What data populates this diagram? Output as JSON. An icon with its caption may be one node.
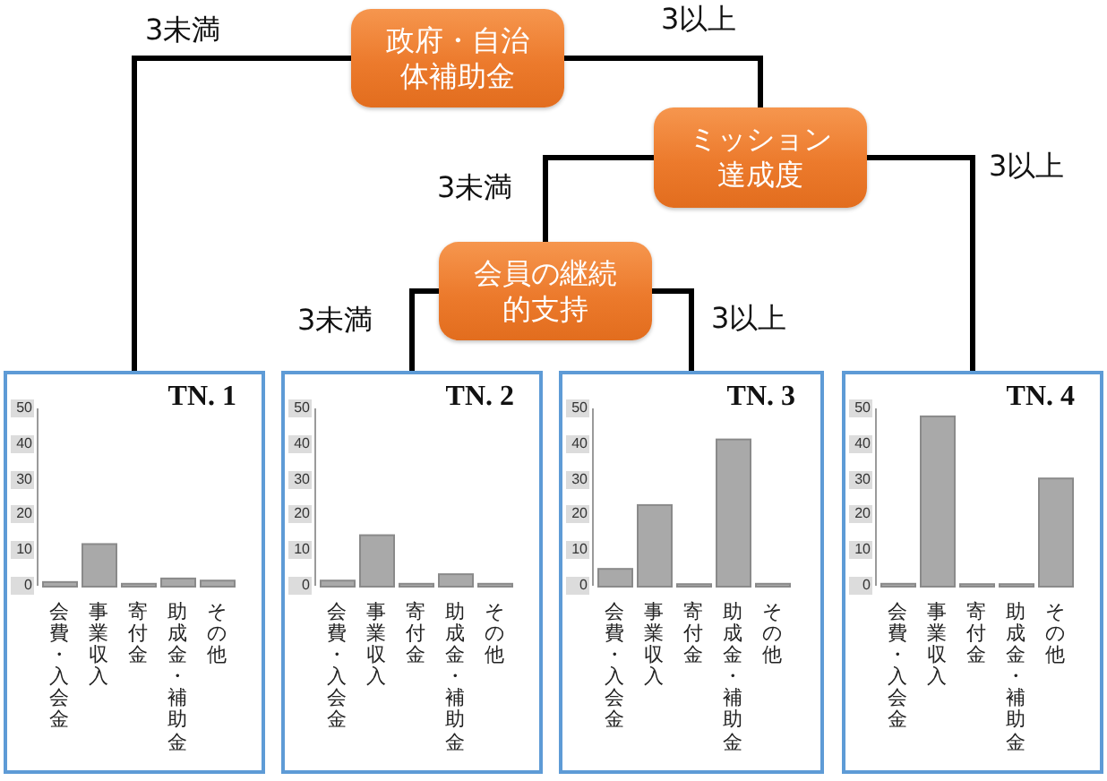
{
  "diagram": {
    "nodes": [
      {
        "text": [
          "政府・自治体補助金"
        ]
      },
      {
        "text": [
          "ミッション達成度"
        ]
      },
      {
        "text": [
          "会員の継続的支持"
        ]
      },
      {
        "text": [
          "TN. 1"
        ]
      },
      {
        "text": [
          "TN. 2"
        ]
      },
      {
        "text": [
          "TN. 3"
        ]
      },
      {
        "text": [
          "TN. 4"
        ]
      }
    ],
    "edges": [
      {
        "from": 0,
        "to": 3,
        "arrow": "none",
        "label": "3未満"
      },
      {
        "from": 0,
        "to": 1,
        "arrow": "none",
        "label": "3以上"
      },
      {
        "from": 1,
        "to": 2,
        "arrow": "none",
        "label": "3未満"
      },
      {
        "from": 1,
        "to": 6,
        "arrow": "none",
        "label": "3以上"
      },
      {
        "from": 2,
        "to": 4,
        "arrow": "none",
        "label": "3未満"
      },
      {
        "from": 2,
        "to": 5,
        "arrow": "none",
        "label": "3以上"
      }
    ],
    "chart_data": [
      {
        "type": "bar",
        "categories": [
          "会費・入会金",
          "事業収入",
          "寄付金",
          "助成金・補助金",
          "その他"
        ],
        "values": [
          0.8,
          11.5,
          0.3,
          1.8,
          1.2
        ],
        "ylim": [
          0,
          50
        ],
        "yticks": [
          0,
          10,
          20,
          30,
          40,
          50
        ]
      },
      {
        "type": "bar",
        "categories": [
          "会費・入会金",
          "事業収入",
          "寄付金",
          "助成金・補助金",
          "その他"
        ],
        "values": [
          1.2,
          14,
          0.3,
          3,
          0.3
        ],
        "ylim": [
          0,
          50
        ],
        "yticks": [
          0,
          10,
          20,
          30,
          40,
          50
        ]
      },
      {
        "type": "bar",
        "categories": [
          "会費・入会金",
          "事業収入",
          "寄付金",
          "助成金・補助金",
          "その他"
        ],
        "values": [
          4.5,
          22.5,
          0.2,
          41,
          0.3
        ],
        "ylim": [
          0,
          50
        ],
        "yticks": [
          0,
          10,
          20,
          30,
          40,
          50
        ]
      },
      {
        "type": "bar",
        "categories": [
          "会費・入会金",
          "事業収入",
          "寄付金",
          "助成金・補助金",
          "その他"
        ],
        "values": [
          0.3,
          47.5,
          0.2,
          0.2,
          30
        ],
        "ylim": [
          0,
          50
        ],
        "yticks": [
          0,
          10,
          20,
          30,
          40,
          50
        ]
      }
    ]
  }
}
